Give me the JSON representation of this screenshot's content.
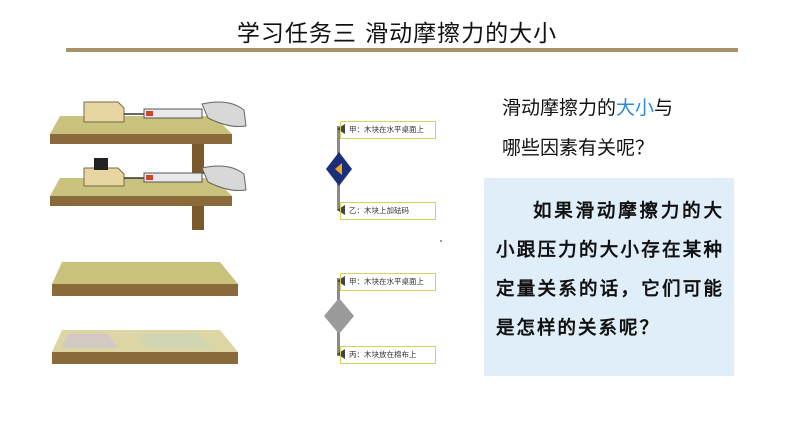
{
  "title": "学习任务三  滑动摩擦力的大小",
  "question": {
    "line1_pre": "滑动摩擦力的",
    "line1_highlight": "大小",
    "line1_post": "与",
    "line2": "哪些因素有关呢？"
  },
  "hypothesis": "如果滑动摩擦力的大小跟压力的大小存在某种定量关系的话，它们可能是怎样的关系呢？",
  "flow_top": {
    "label_a": "甲：木块在水平桌面上",
    "label_b": "乙：木块上加砝码"
  },
  "flow_bottom": {
    "label_a": "甲：木块在水平桌面上",
    "label_b": "丙：木块放在棉布上"
  },
  "colors": {
    "title_rule": "#a8926a",
    "highlight": "#2a8bd6",
    "box_bg": "#dfeef8",
    "diamond_active": "#1a2f7a",
    "diamond_arrow": "#f2a81d",
    "diamond_inactive": "#9a9a9a",
    "label_border": "#d7d15a",
    "table_top": "#c9c27c",
    "table_edge": "#8a6a3a"
  }
}
